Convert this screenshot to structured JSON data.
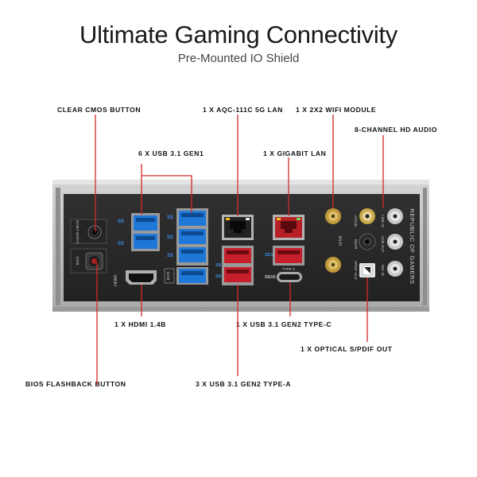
{
  "header": {
    "title": "Ultimate Gaming Connectivity",
    "subtitle": "Pre-Mounted IO Shield"
  },
  "callouts": {
    "clear_cmos": "CLEAR CMOS BUTTON",
    "usb31_gen1": "6 X USB 3.1 GEN1",
    "aqc_lan": "1 X AQC-111C 5G LAN",
    "gigabit_lan": "1 X GIGABIT LAN",
    "wifi": "1 X 2X2 WIFI MODULE",
    "hd_audio": "8-CHANNEL HD AUDIO",
    "hdmi": "1 X HDMI 1.4B",
    "usb_typec": "1 X USB 3.1 GEN2 TYPE-C",
    "optical": "1 X OPTICAL S/PDIF OUT",
    "bios_flashback": "BIOS FLASHBACK BUTTON",
    "usb_typea": "3 X USB 3.1 GEN2 TYPE-A"
  },
  "panel": {
    "clear_label": "CLEAR CMOS",
    "bios_label": "BIOS",
    "bios_btn_label": "BIOS",
    "hdmi_label": "HDMI",
    "bios_port_label": "BIOS",
    "type_c_label": "TYPE C",
    "wifi_label": "Wi-Fi",
    "audio_col1": [
      "C/SUB",
      "REAR",
      "SPDIF OUT"
    ],
    "audio_col2": [
      "LINE IN",
      "LINE OUT",
      "MIC IN"
    ],
    "brand_text": "REPUBLIC OF GAMERS",
    "ss_label": "SS",
    "ss10_label": "SS10"
  },
  "colors": {
    "callout_line": "#d42a2a",
    "panel_frame": "#bcbcbc",
    "panel_face": "#2b2b2b",
    "usb_gen1": "#1f78d8",
    "usb_gen2": "#c61e2b"
  }
}
